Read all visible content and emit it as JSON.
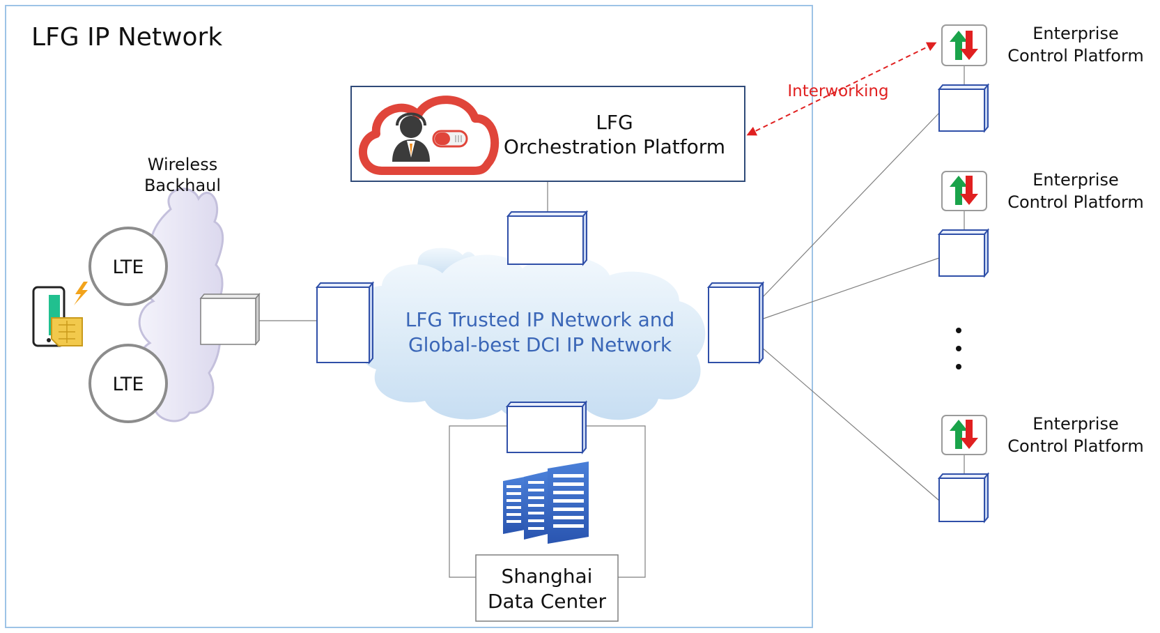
{
  "network": {
    "title": "LFG IP Network"
  },
  "orchestration": {
    "line1": "LFG",
    "line2": "Orchestration Platform"
  },
  "interworking": {
    "label": "Interworking"
  },
  "backhaul": {
    "line1": "Wireless",
    "line2": "Backhaul"
  },
  "lte": [
    {
      "label": "LTE"
    },
    {
      "label": "LTE"
    }
  ],
  "core": {
    "line1": "LFG Trusted IP Network and",
    "line2": "Global-best DCI IP Network"
  },
  "datacenter": {
    "line1": "Shanghai",
    "line2": "Data Center"
  },
  "enterprise": [
    {
      "line1": "Enterprise",
      "line2": "Control Platform"
    },
    {
      "line1": "Enterprise",
      "line2": "Control Platform"
    },
    {
      "line1": "Enterprise",
      "line2": "Control Platform"
    }
  ],
  "colors": {
    "frame": "#9dc3e6",
    "device_stroke": "#2f4fa8",
    "accent_red": "#e02020",
    "arrow_green": "#1aa34a",
    "cloud_fill": "#dcebf7",
    "core_text": "#3a66b7"
  },
  "icons": [
    "operator-cloud-icon",
    "smartphone-icon",
    "sim-card-icon",
    "lightning-icon",
    "server-rack-icon",
    "updown-arrows-icon",
    "ellipsis-dots-icon"
  ]
}
